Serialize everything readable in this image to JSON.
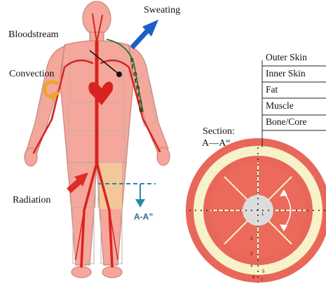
{
  "labels": {
    "sweating": "Sweating",
    "bloodstream": "Bloodstream",
    "convection": "Convection",
    "radiation": "Radiation",
    "clothing": "clothing",
    "section_line1": "Section:",
    "section_line2": "A—A“",
    "cut_label": "A-A”"
  },
  "layers": [
    {
      "label": "Outer Skin"
    },
    {
      "label": "Inner Skin"
    },
    {
      "label": "Fat"
    },
    {
      "label": "Muscle"
    },
    {
      "label": "Bone/Core"
    }
  ],
  "ring_numbers": [
    "1",
    "2",
    "3",
    "4",
    "5",
    "6",
    "7"
  ],
  "colors": {
    "body": "#f6a79b",
    "body_outline": "#c9857b",
    "artery": "#d9221f",
    "sweat_arrow": "#1a5fc4",
    "convection_arrow": "#f0a42a",
    "radiation_arrow": "#e02a2a",
    "cut_line": "#2a8aa6",
    "outer_skin": "#e9665a",
    "inner_skin": "#f7f2c7",
    "muscle": "#ec6a5c",
    "bone": "#dcdcdc",
    "clothing_line": "#1d7a2c"
  }
}
